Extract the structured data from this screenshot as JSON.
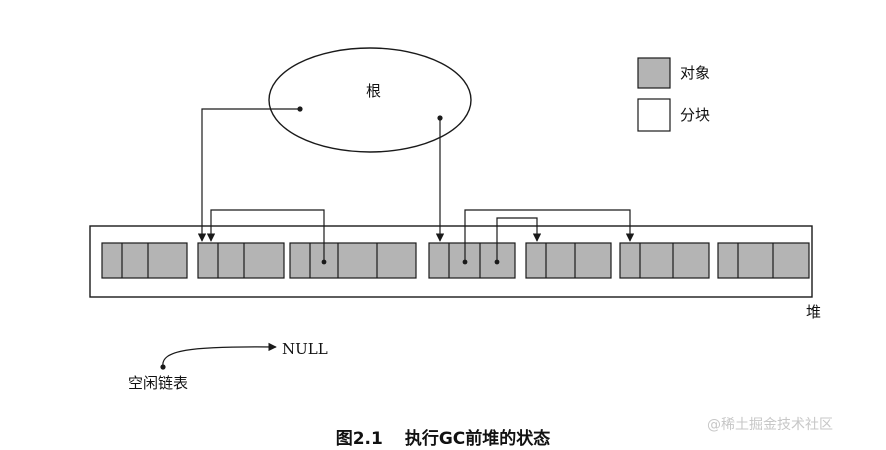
{
  "labels": {
    "root": "根",
    "heap": "堆",
    "null": "NULL",
    "free_list": "空闲链表"
  },
  "legend": {
    "object": "对象",
    "chunk": "分块"
  },
  "caption": {
    "figure_number": "图2.1",
    "text": "执行GC前堆的状态"
  },
  "watermark": "@稀土掘金技术社区",
  "colors": {
    "object_fill": "#b4b4b4",
    "chunk_fill": "#ffffff",
    "line": "#1a1a1a"
  }
}
